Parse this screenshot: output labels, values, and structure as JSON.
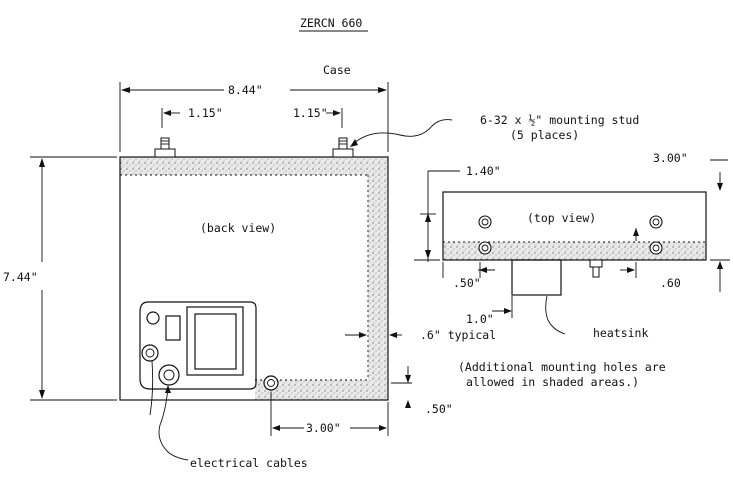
{
  "drawing": {
    "header": "ZERCN 660",
    "case_label": "Case"
  },
  "dimensions": {
    "overall_width": "8.44\"",
    "stud_offset_left": "1.15\"",
    "stud_offset_right": "1.15\"",
    "overall_height": "7.44\"",
    "shade_width_typical": ".6\" typical",
    "bottom_hole_span": "3.00\"",
    "bottom_hole_offset": ".50\"",
    "top_view_height": "1.40\"",
    "top_view_depth": "3.00\"",
    "left_edge_offset": ".50\"",
    "right_edge_offset": ".60",
    "heatsink_width": "1.0\""
  },
  "notes": {
    "stud_line1": "6-32 x ½\" mounting stud",
    "stud_line2": "(5 places)",
    "back_view": "(back view)",
    "top_view": "(top view)",
    "heatsink": "heatsink",
    "additional_line1": "(Additional mounting holes are",
    "additional_line2": "allowed in shaded areas.)",
    "cables": "electrical cables"
  }
}
